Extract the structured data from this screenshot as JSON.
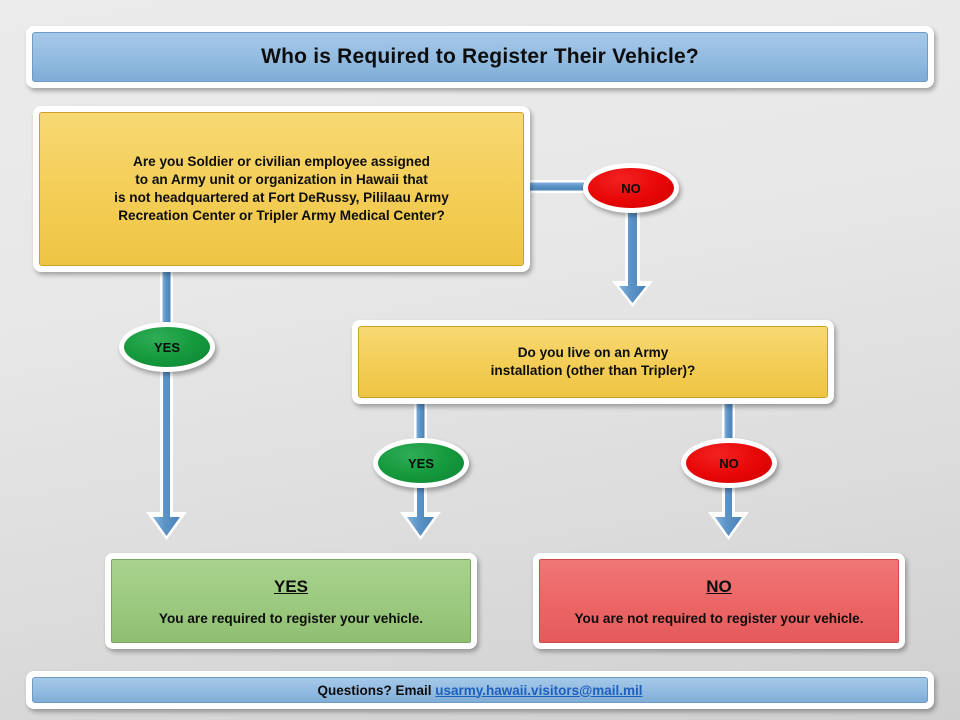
{
  "header": {
    "title": "Who is Required to Register Their Vehicle?"
  },
  "decisions": [
    {
      "id": "assignment-question",
      "lines": [
        "Are you Soldier or civilian employee assigned",
        "to an Army unit or organization in Hawaii that",
        "is not headquartered at Fort DeRussy, Pililaau Army",
        "Recreation Center or Tripler Army Medical Center?"
      ]
    },
    {
      "id": "installation-question",
      "lines": [
        "Do you live on an Army",
        "installation (other than Tripler)?"
      ]
    }
  ],
  "labels": {
    "yes": "YES",
    "no": "NO"
  },
  "branch_labels": [
    {
      "id": "q1-no",
      "text": "NO"
    },
    {
      "id": "q1-yes",
      "text": "YES"
    },
    {
      "id": "q2-yes",
      "text": "YES"
    },
    {
      "id": "q2-no",
      "text": "NO"
    }
  ],
  "results": [
    {
      "id": "result-yes",
      "heading": "YES",
      "body": "You are required to register your vehicle."
    },
    {
      "id": "result-no",
      "heading": "NO",
      "body": "You are not required to register your vehicle."
    }
  ],
  "footer": {
    "prefix": "Questions? Email",
    "email": "usarmy.hawaii.visitors@mail.mil"
  },
  "colors": {
    "banner_blue": "#95BDE2",
    "decision_yellow": "#F3CD55",
    "result_green": "#9BC97F",
    "result_red": "#EC6565",
    "oval_green": "#15993D",
    "oval_red": "#E80707",
    "connector_blue": "#5B93C7",
    "link_blue": "#1F5FBF",
    "background": "#E4E4E4"
  }
}
